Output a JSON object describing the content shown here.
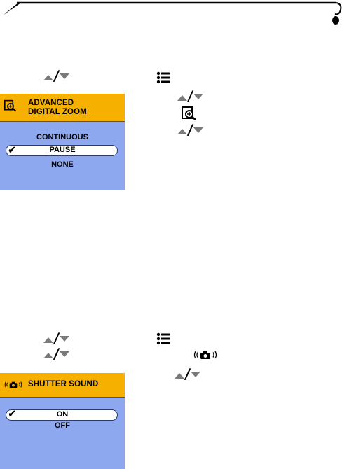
{
  "section_1": {
    "lcd": {
      "title_line1": "ADVANCED",
      "title_line2": "DIGITAL ZOOM",
      "options": [
        "CONTINUOUS",
        "PAUSE",
        "NONE"
      ],
      "selected_index": 1
    }
  },
  "section_2": {
    "lcd": {
      "title": "SHUTTER SOUND",
      "options": [
        "ON",
        "OFF"
      ],
      "selected_index": 0
    }
  },
  "icons": {
    "header": "page-edge-curl",
    "nav": "up-down-arrows-icon",
    "menu": "menu-list-icon",
    "zoom": "advanced-digital-zoom-icon",
    "shutter": "shutter-sound-icon",
    "check": "checkmark-icon"
  },
  "colors": {
    "lcd_header": "#f6b000",
    "lcd_body": "#8ea8ef",
    "arrow_gray": "#7a7a7a"
  }
}
